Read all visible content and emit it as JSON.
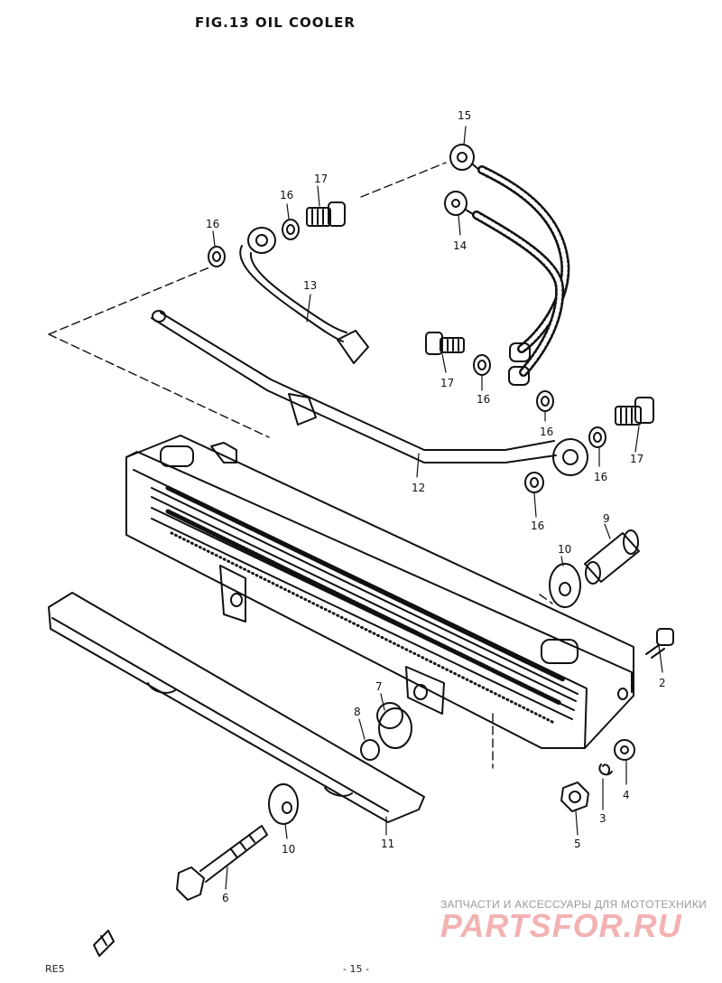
{
  "title": "FIG.13  OIL COOLER",
  "callouts": {
    "c1": "15",
    "c2": "16",
    "c3": "17",
    "c4": "16",
    "c5": "14",
    "c6": "13",
    "c7": "17",
    "c8": "16",
    "c9": "16",
    "c10": "16",
    "c11": "17",
    "c12": "12",
    "c13": "16",
    "c14": "9",
    "c15": "10",
    "c16": "2",
    "c17": "7",
    "c18": "8",
    "c19": "4",
    "c20": "3",
    "c21": "5",
    "c22": "10",
    "c23": "11",
    "c24": "6"
  },
  "footer": {
    "left": "RE5",
    "center": "- 15 -"
  },
  "watermark": {
    "line1": "ЗАПЧАСТИ И АКСЕССУАРЫ ДЛЯ МОТОТЕХНИКИ",
    "logo": "PARTSFOR.RU"
  }
}
